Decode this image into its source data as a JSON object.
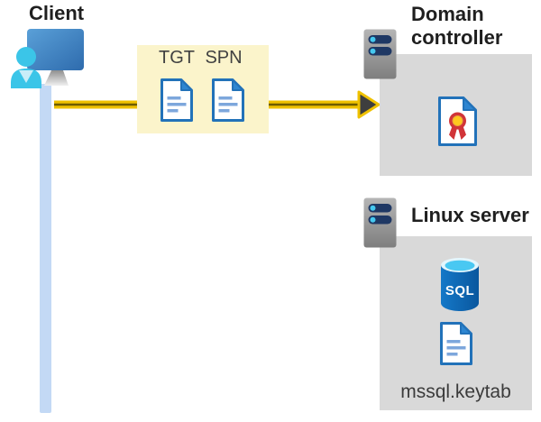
{
  "client": {
    "label": "Client",
    "icon": "client-workstation-icon"
  },
  "request": {
    "tickets": [
      {
        "label": "TGT",
        "icon": "document-icon"
      },
      {
        "label": "SPN",
        "icon": "document-icon"
      }
    ]
  },
  "domain_controller": {
    "label": "Domain controller",
    "server_icon": "server-icon",
    "content_icon": "certificate-icon"
  },
  "linux_server": {
    "label": "Linux server",
    "server_icon": "server-icon",
    "database": {
      "label": "SQL",
      "icon": "sql-database-icon"
    },
    "keytab": {
      "label": "mssql.keytab",
      "icon": "document-icon"
    }
  },
  "colors": {
    "yellow_box": "#fbf4cb",
    "gray_box": "#d9d9d9",
    "timeline_blue": "#c3d9f5",
    "arrow_gold": "#efc100",
    "arrow_core": "#6e5c00",
    "arrowhead_dark": "#3e3e3e",
    "doc_border": "#2272b9",
    "doc_fold": "#2e86d1",
    "doc_lines": "#7da7dc",
    "server_slot_navy": "#1f3864",
    "server_dot_cyan": "#45c9f0",
    "sql_body_blue": "#0f6cb4",
    "sql_top_cyan": "#49c8f2",
    "cert_red": "#d13438",
    "cert_gold": "#ffc81e",
    "monitor_blue": "#3f84c4",
    "person_cyan": "#3bc5e8",
    "text_dark": "#1f1f1f"
  }
}
